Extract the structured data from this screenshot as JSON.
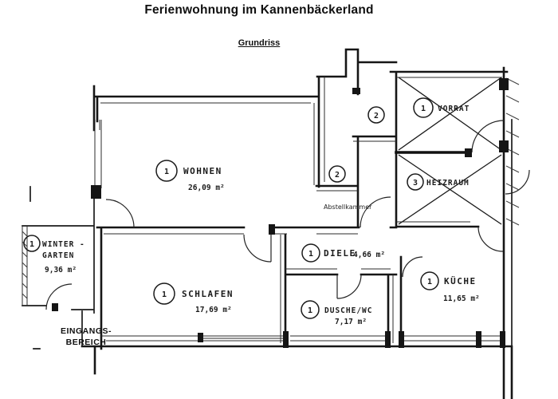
{
  "document": {
    "title": "Ferienwohnung im Kannenbäckerland",
    "subtitle": "Grundriss"
  },
  "plan": {
    "rooms": {
      "wohnen": {
        "number": "1",
        "name": "WOHNEN",
        "area": "26,09 m²"
      },
      "wintergarten": {
        "number": "1",
        "name_line1": "WINTER -",
        "name_line2": "GARTEN",
        "area": "9,36 m²"
      },
      "schlafen": {
        "number": "1",
        "name": "SCHLAFEN",
        "area": "17,69 m²"
      },
      "diele": {
        "number": "1",
        "name": "DIELE",
        "area": "4,66 m²"
      },
      "dusche_wc": {
        "number": "1",
        "name": "DUSCHE/WC",
        "area": "7,17 m²"
      },
      "kueche": {
        "number": "1",
        "name": "KÜCHE",
        "area": "11,65 m²"
      },
      "vorrat": {
        "number": "1",
        "name": "VORRAT"
      },
      "heizraum": {
        "number": "3",
        "name": "HEIZRAUM"
      },
      "abstellkammer": {
        "name": "Abstellkammer"
      }
    },
    "markers": {
      "upper": "2",
      "lower": "2"
    },
    "entrance_label": {
      "line1": "EINGANGS-",
      "line2": "BEREICH"
    },
    "colors": {
      "ink": "#1b1b1b",
      "paper": "#ffffff"
    }
  }
}
